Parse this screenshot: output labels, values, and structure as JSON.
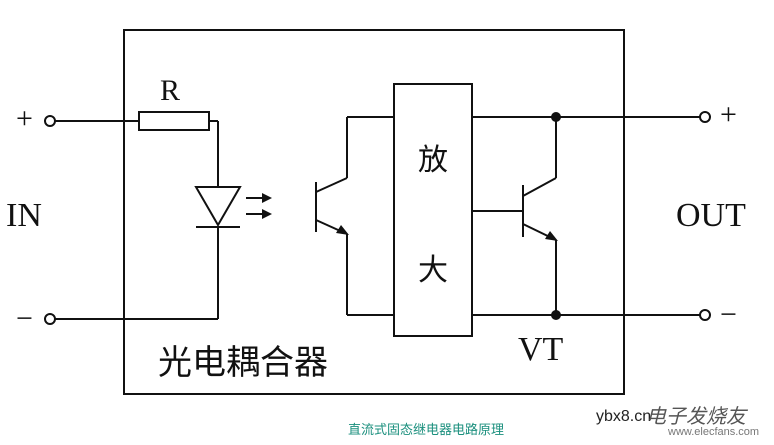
{
  "labels": {
    "in": "IN",
    "out": "OUT",
    "resistor": "R",
    "in_plus": "+",
    "in_minus": "−",
    "out_plus": "+",
    "out_minus": "−",
    "amp_char1": "放",
    "amp_char2": "大",
    "transistor": "VT",
    "optocoupler": "光电耦合器"
  },
  "caption": "直流式固态继电器电路原理",
  "watermark": {
    "url": "ybx8.cn",
    "logo": "电子发烧友",
    "site": "www.elecfans.com"
  }
}
